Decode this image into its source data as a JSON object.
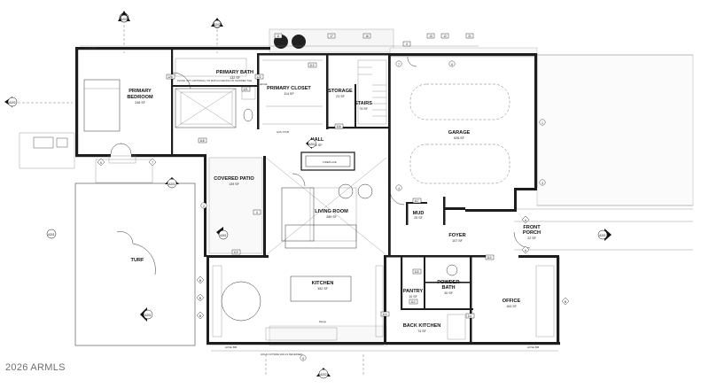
{
  "watermark": "2026 ARMLS",
  "rooms": {
    "primary_bedroom": {
      "name_1": "PRIMARY",
      "name_2": "BEDROOM",
      "sf": "246 SF"
    },
    "primary_bath": {
      "name": "PRIMARY BATH",
      "sf": "132 SF"
    },
    "primary_closet": {
      "name": "PRIMARY CLOSET",
      "sf": "114 SF"
    },
    "storage": {
      "name": "STORAGE",
      "sf": "23 SF"
    },
    "stairs": {
      "name": "STAIRS",
      "sf": "74 SF"
    },
    "garage": {
      "name": "GARAGE",
      "sf": "626 SF"
    },
    "hall": {
      "name": "HALL",
      "sf": "111 SF"
    },
    "covered_patio": {
      "name": "COVERED PATIO",
      "sf": "139 SF"
    },
    "living_room": {
      "name": "LIVING ROOM",
      "sf": "289 SF"
    },
    "mud": {
      "name": "MUD",
      "sf": "25 SF"
    },
    "foyer": {
      "name": "FOYER",
      "sf": "107 SF"
    },
    "front_porch": {
      "name_1": "FRONT",
      "name_2": "PORCH",
      "sf": "22 SF"
    },
    "kitchen": {
      "name": "KITCHEN",
      "sf": "352 SF"
    },
    "pantry": {
      "name": "PANTRY",
      "sf": "10 SF"
    },
    "powder_bath": {
      "name_1": "POWDER",
      "name_2": "BATH",
      "sf": "30 SF"
    },
    "office": {
      "name": "OFFICE",
      "sf": "164 SF"
    },
    "back_kitchen": {
      "name": "BACK KITCHEN",
      "sf": "74 SF"
    }
  },
  "labels": {
    "turf": "TURF",
    "fireplace": "FIREPLACE",
    "ledge": "LEDGE",
    "gas_stub": "GAS STUB",
    "hose_bib_1": "HOSE BIB",
    "hose_bib_2": "HOSE BIB",
    "hose_bib_3": "HOSE BIB",
    "range": "Range",
    "bath_note": "FLUSH OUT (OPTIONAL) TO MATCH CEILING OF SHOWER TILE",
    "base_note": "HOLD OUTSIDE WALLS RECESSED"
  },
  "section_tags": {
    "a1": "A202",
    "a2": "A202",
    "a3": "A202",
    "a4": "A201",
    "a5": "A201",
    "a6": "A201",
    "a7": "A201",
    "a8": "A301",
    "a9": "A201",
    "a10": "A202"
  },
  "keynotes": {
    "n1": "11",
    "n2": "17",
    "n3": "16",
    "n4": "13",
    "n5": "12",
    "n6": "21",
    "n7": "4",
    "n8": "126",
    "n9": "121",
    "n10": "122",
    "n11": "118",
    "n12": "113",
    "n13": "116",
    "n14": "6",
    "n15": "7",
    "n16": "4",
    "n17": "117",
    "n18": "115",
    "n19": "111",
    "n20": "110",
    "n21": "112",
    "n22": "119",
    "n23": "114",
    "n24": "B",
    "n25": "B",
    "n26": "B",
    "n27": "B",
    "n28": "A",
    "n29": "A",
    "n30": "1",
    "n31": "2",
    "n32": "3",
    "n33": "4",
    "n34": "5",
    "n35": "6",
    "n36": "7"
  }
}
